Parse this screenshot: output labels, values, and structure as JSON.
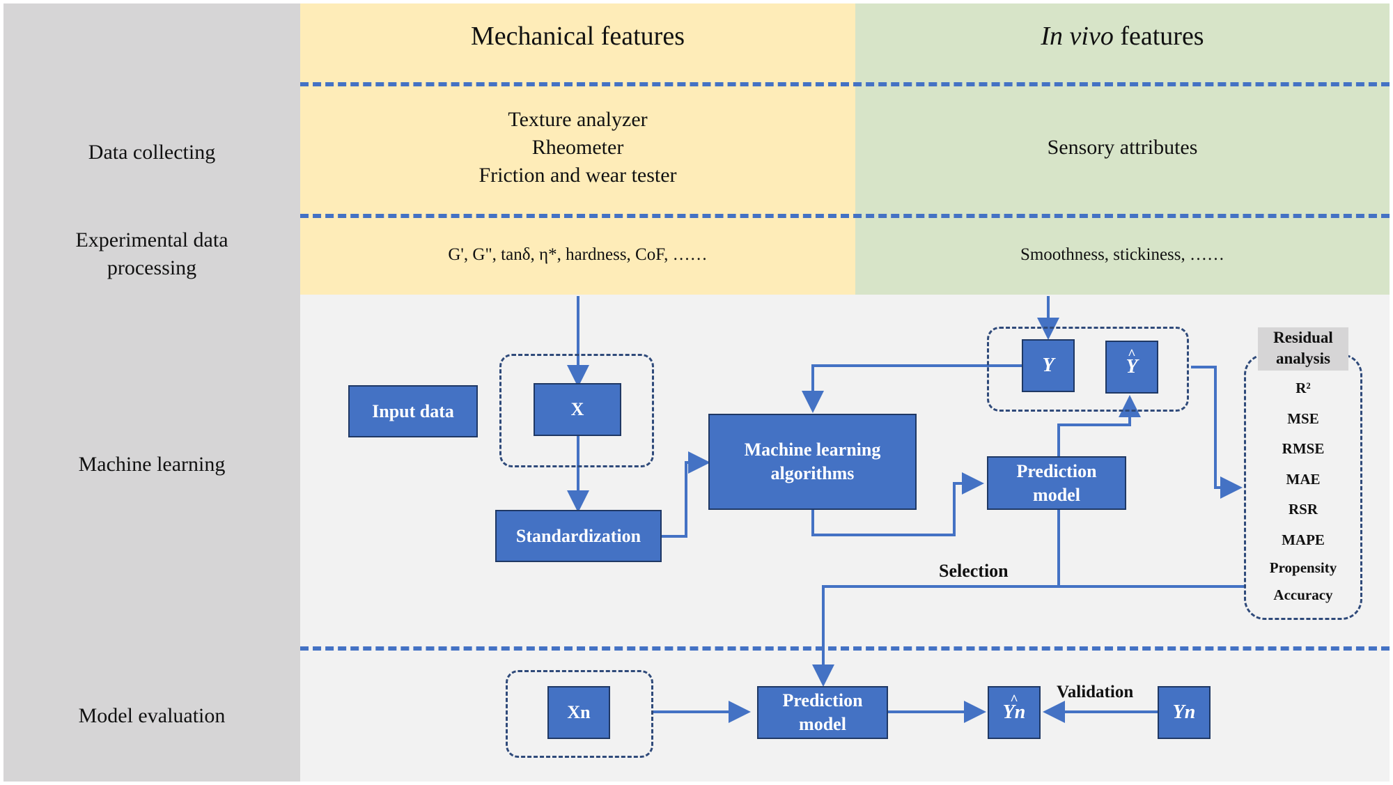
{
  "columns": {
    "mechanical": {
      "title": "Mechanical features"
    },
    "in_vivo": {
      "title_italic": "In vivo",
      "title_rest": " features"
    }
  },
  "rows": {
    "data_collecting": "Data  collecting",
    "experimental_line1": "Experimental data",
    "experimental_line2": "processing",
    "machine_learning": "Machine learning",
    "model_evaluation": "Model evaluation"
  },
  "data_collecting": {
    "mechanical_instruments": [
      "Texture analyzer",
      "Rheometer",
      "Friction and wear tester"
    ],
    "in_vivo": "Sensory attributes"
  },
  "experimental": {
    "mechanical_params": "G', G\", tanδ, η*, hardness, CoF, ……",
    "in_vivo_params": "Smoothness, stickiness, ……"
  },
  "ml": {
    "input_data": "Input data",
    "x": "X",
    "standardization": "Standardization",
    "algorithms_line1": "Machine learning",
    "algorithms_line2": "algorithms",
    "prediction_line1": "Prediction",
    "prediction_line2": "model",
    "y": "Y",
    "y_hat": "Y",
    "selection": "Selection"
  },
  "residual": {
    "title_line1": "Residual",
    "title_line2": "analysis",
    "metrics": [
      "R²",
      "MSE",
      "RMSE",
      "MAE",
      "RSR",
      "MAPE",
      "Propensity",
      "Accuracy"
    ]
  },
  "evaluation": {
    "xn": "Xn",
    "prediction_line1": "Prediction",
    "prediction_line2": "model",
    "yn_hat": "Yn",
    "yn": "Yn",
    "validation": "Validation"
  },
  "colors": {
    "box_fill": "#4472c4",
    "box_border": "#1f3864",
    "arrow": "#4472c4",
    "mechanical_bg": "#feecb8",
    "in_vivo_bg": "#d7e4c8",
    "sidebar_bg": "#d6d5d6",
    "lower_bg": "#f2f2f2"
  }
}
